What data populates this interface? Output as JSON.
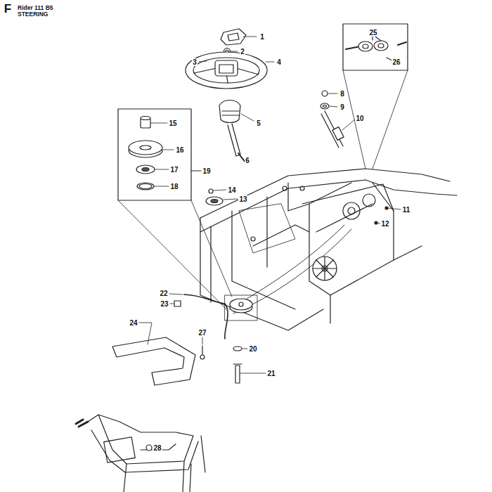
{
  "diagram": {
    "title": "Rider 111 B5 STEERING",
    "labels": [
      "F",
      "1",
      "2",
      "3",
      "4",
      "5",
      "6",
      "8",
      "9",
      "10",
      "11",
      "12",
      "13",
      "14",
      "15",
      "16",
      "17",
      "18",
      "19",
      "20",
      "21",
      "22",
      "23",
      "24",
      "25",
      "26",
      "27",
      "28"
    ]
  }
}
